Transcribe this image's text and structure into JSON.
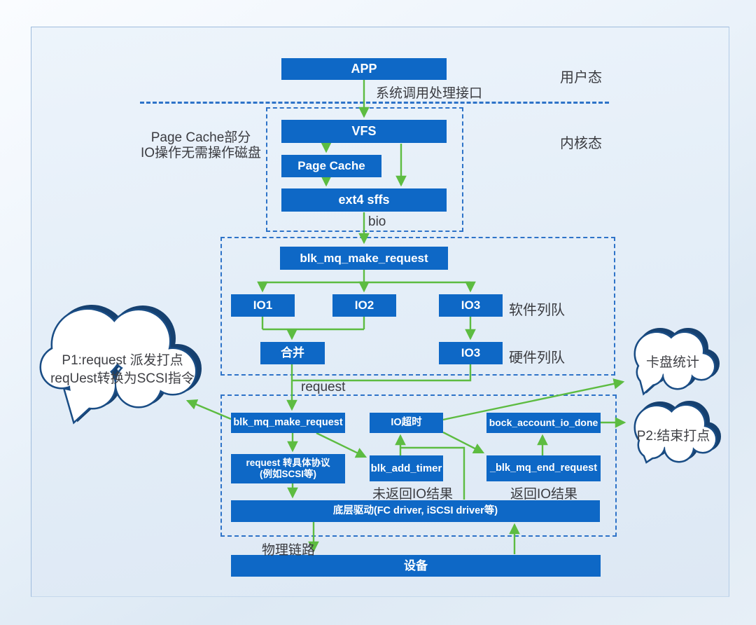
{
  "regions": {
    "user_mode": "用户态",
    "kernel_mode": "内核态",
    "software_queue": "软件列队",
    "hardware_queue": "硬件列队"
  },
  "edge_labels": {
    "syscall": "系统调用处理接口",
    "bio": "bio",
    "request": "request",
    "no_io_result": "未返回IO结果",
    "io_result": "返回IO结果",
    "physical_link": "物理链路"
  },
  "notes": {
    "page_cache_line1": "Page Cache部分",
    "page_cache_line2": "IO操作无需操作磁盘"
  },
  "nodes": {
    "app": "APP",
    "vfs": "VFS",
    "page_cache": "Page Cache",
    "ext4": "ext4 sffs",
    "blk_mq_make_request_upper": "blk_mq_make_request",
    "io1": "IO1",
    "io2": "IO2",
    "io3_software": "IO3",
    "merge": "合并",
    "io3_hardware": "IO3",
    "blk_mq_make_request_lower": "blk_mq_make_request",
    "io_timeout": "IO超时",
    "bock_account_io_done": "bock_account_io_done",
    "request_to_protocol_line1": "request 转具体协议",
    "request_to_protocol_line2": "(例如SCSI等)",
    "blk_add_timer": "blk_add_timer",
    "blk_mq_end_request": "_blk_mq_end_request",
    "low_level_driver": "底层驱动(FC driver, iSCSI driver等)",
    "device": "设备"
  },
  "clouds": {
    "p1_line1": "P1:request 派发打点",
    "p1_line2": "reqUest转换为SCSI指令",
    "card_stats": "卡盘统计",
    "p2": "P2:结束打点"
  },
  "colors": {
    "box_blue": "#0e68c6",
    "arrow_green": "#5dbc41",
    "dashed_border": "#2e73c8",
    "cloud_stroke": "#1a4d85",
    "cloud_shadow": "#16406f",
    "text_dark": "#3a3b40"
  }
}
